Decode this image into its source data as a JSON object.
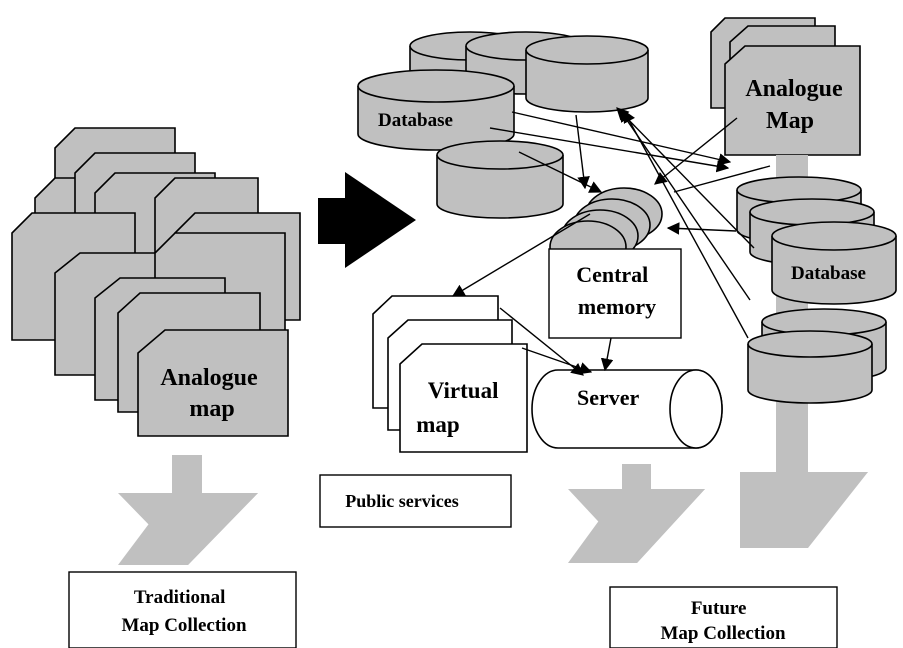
{
  "labels": {
    "analogue_map_traditional": [
      "Analogue",
      "map"
    ],
    "analogue_map_future": [
      "Analogue",
      "Map"
    ],
    "database_top": "Database",
    "database_right": "Database",
    "central_memory": [
      "Central",
      "memory"
    ],
    "virtual_map": [
      "Virtual",
      "map"
    ],
    "server": "Server",
    "public_services": "Public services",
    "traditional_collection": [
      "Traditional",
      "Map Collection"
    ],
    "future_collection": [
      "Future",
      "Map Collection"
    ]
  },
  "colors": {
    "shape_fill": "#c0c0c0",
    "outline": "#000000",
    "background": "#ffffff"
  }
}
